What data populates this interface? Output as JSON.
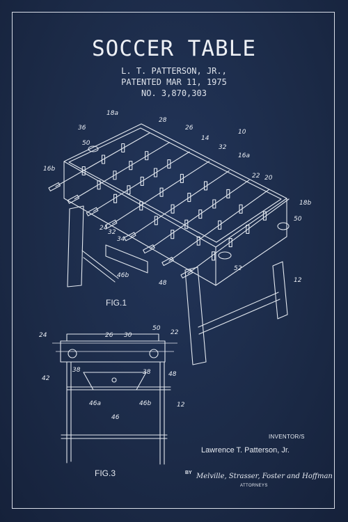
{
  "title": "SOCCER TABLE",
  "inventor_line": "L. T. PATTERSON, JR.,",
  "patented_line": "PATENTED MAR 11, 1975",
  "number_line": "NO. 3,870,303",
  "fig1_label": "FIG.1",
  "fig3_label": "FIG.3",
  "inventors_heading": "INVENTOR/S",
  "inventor_signature": "Lawrence T. Patterson, Jr.",
  "by_label": "BY",
  "attorneys_signature": "Melville, Strasser, Foster and Hoffman",
  "attorneys_label": "ATTORNEYS",
  "fig1_callouts": [
    "18a",
    "36",
    "28",
    "26",
    "10",
    "50",
    "14",
    "32",
    "16a",
    "16b",
    "22",
    "20",
    "18b",
    "50",
    "24",
    "32",
    "34",
    "46b",
    "48",
    "52",
    "12"
  ],
  "fig3_callouts": [
    "24",
    "26",
    "30",
    "50",
    "22",
    "38",
    "38",
    "48",
    "42",
    "46a",
    "46",
    "46b",
    "12"
  ],
  "colors": {
    "background": "#1c2b48",
    "ink": "#e4e9f0"
  }
}
